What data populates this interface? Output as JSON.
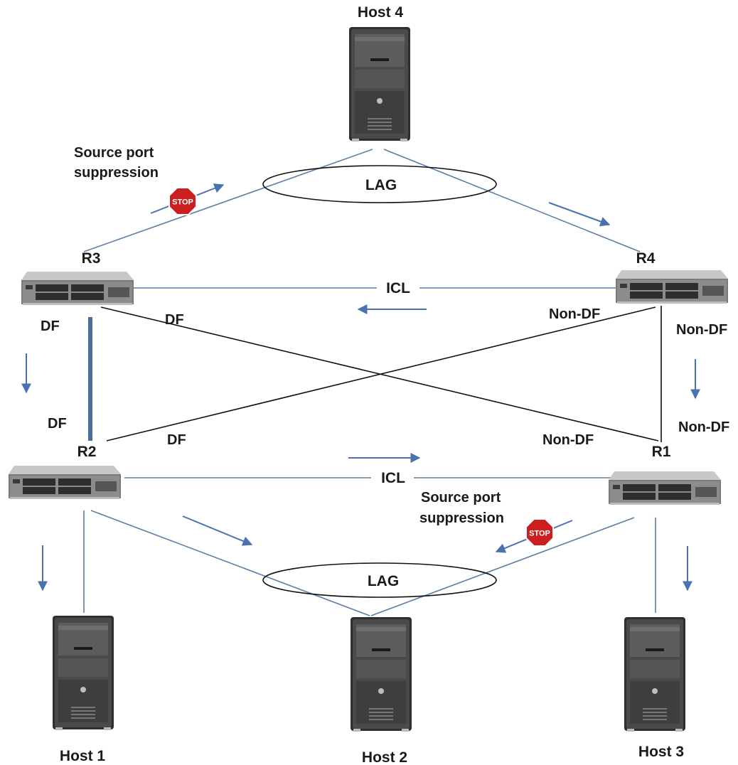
{
  "hosts": {
    "host4": "Host 4",
    "host1": "Host 1",
    "host2": "Host 2",
    "host3": "Host 3"
  },
  "routers": {
    "r1": "R1",
    "r2": "R2",
    "r3": "R3",
    "r4": "R4"
  },
  "links": {
    "icl_top": "ICL",
    "icl_bottom": "ICL",
    "lag_top": "LAG",
    "lag_bottom": "LAG"
  },
  "roles": {
    "r3_left": "DF",
    "r3_cross": "DF",
    "r2_left": "DF",
    "r2_cross": "DF",
    "r4_cross": "Non-DF",
    "r4_right": "Non-DF",
    "r1_right": "Non-DF",
    "r1_cross": "Non-DF"
  },
  "suppression": {
    "top_line1": "Source port",
    "top_line2": "suppression",
    "bottom_line1": "Source port",
    "bottom_line2": "suppression"
  },
  "stop_sign": "STOP",
  "colors": {
    "link": "#5a7fa8",
    "arrow": "#4a72b0",
    "cross_link": "#111111",
    "stop_red": "#cc1f1f",
    "server_dark": "#3a3a3a",
    "switch_gray": "#9a9a9a"
  }
}
